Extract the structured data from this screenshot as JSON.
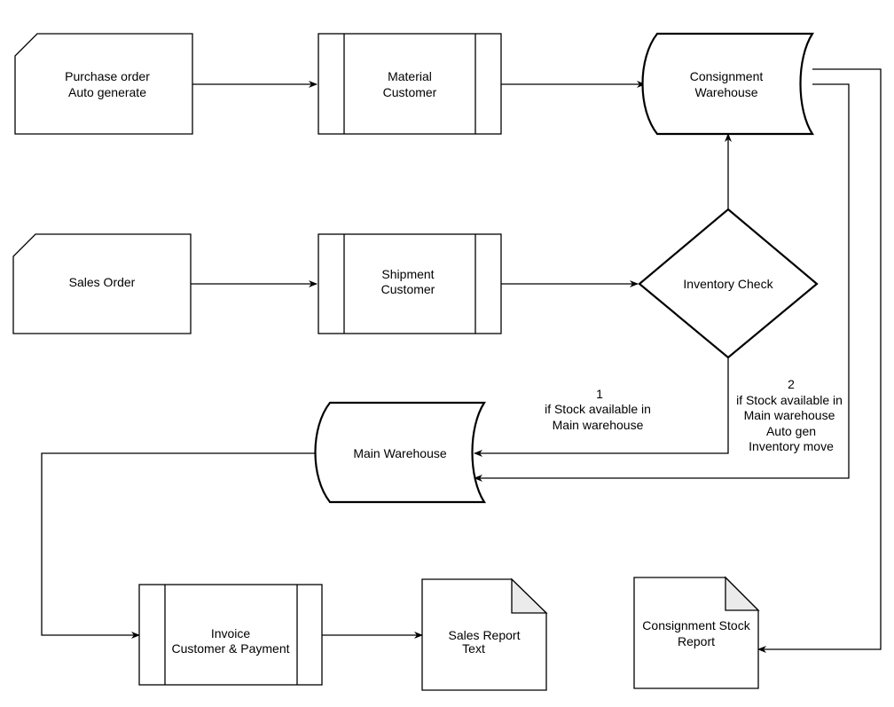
{
  "nodes": {
    "purchase_order": {
      "line1": "Purchase order",
      "line2": "Auto generate"
    },
    "material_customer": {
      "line1": "Material",
      "line2": "Customer"
    },
    "consignment_warehouse": {
      "line1": "Consignment",
      "line2": "Warehouse"
    },
    "sales_order": {
      "line1": "Sales Order"
    },
    "shipment_customer": {
      "line1": "Shipment",
      "line2": "Customer"
    },
    "inventory_check": {
      "line1": "Inventory Check"
    },
    "main_warehouse": {
      "line1": "Main Warehouse"
    },
    "invoice": {
      "line1": "Invoice",
      "line2": "Customer & Payment"
    },
    "sales_report": {
      "line1": "Sales Report",
      "line2": "Text"
    },
    "consignment_stock_report": {
      "line1": "Consignment Stock",
      "line2": "Report"
    }
  },
  "edge_labels": {
    "option_1": {
      "line1": "1",
      "line2": "if Stock available in",
      "line3": "Main warehouse"
    },
    "option_2": {
      "line1": "2",
      "line2": "if Stock available in",
      "line3": "Main warehouse",
      "line4": "Auto gen",
      "line5": "Inventory move"
    }
  }
}
